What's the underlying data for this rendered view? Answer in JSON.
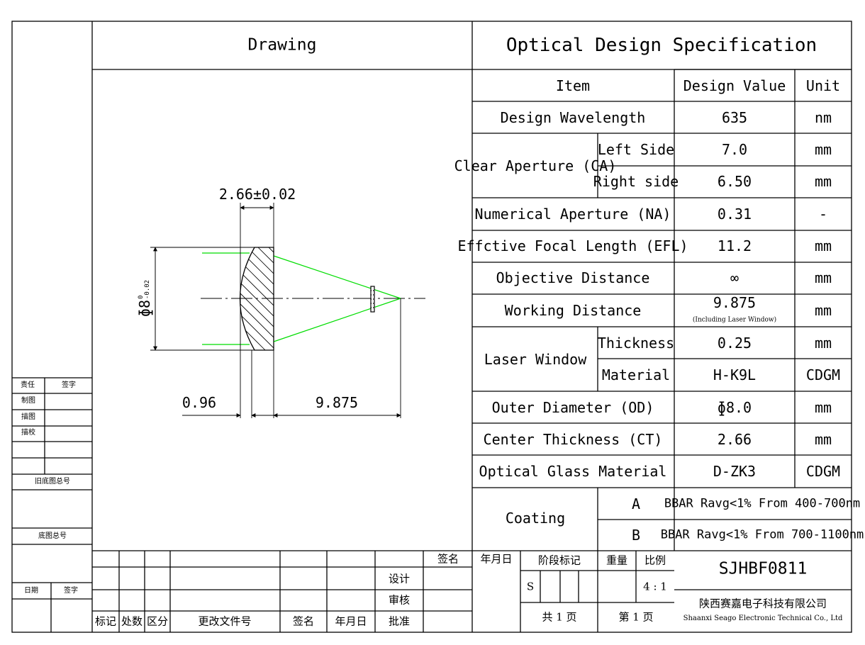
{
  "header": {
    "drawing": "Drawing",
    "spec": "Optical Design Specification"
  },
  "spec_table": {
    "col_item": "Item",
    "col_value": "Design Value",
    "col_unit": "Unit",
    "design_wavelength": {
      "label": "Design Wavelength",
      "value": "635",
      "unit": "nm"
    },
    "clear_aperture": {
      "label": "Clear Aperture (CA)",
      "left": {
        "label": "Left Side",
        "value": "7.0",
        "unit": "mm"
      },
      "right": {
        "label": "Right side",
        "value": "6.50",
        "unit": "mm"
      }
    },
    "numerical_aperture": {
      "label": "Numerical Aperture (NA)",
      "value": "0.31",
      "unit": "-"
    },
    "efl": {
      "label": "Effctive Focal Length (EFL)",
      "value": "11.2",
      "unit": "mm"
    },
    "objective_distance": {
      "label": "Objective Distance",
      "value": "∞",
      "unit": "mm"
    },
    "working_distance": {
      "label": "Working Distance",
      "value": "9.875",
      "note": "(Including Laser Window)",
      "unit": "mm"
    },
    "laser_window": {
      "label": "Laser Window",
      "thickness": {
        "label": "Thickness",
        "value": "0.25",
        "unit": "mm"
      },
      "material": {
        "label": "Material",
        "value": "H-K9L",
        "unit": "CDGM"
      }
    },
    "outer_diameter": {
      "label": "Outer Diameter (OD)",
      "value": "ɸ8.0",
      "unit": "mm"
    },
    "center_thickness": {
      "label": "Center Thickness (CT)",
      "value": "2.66",
      "unit": "mm"
    },
    "glass_material": {
      "label": "Optical Glass Material",
      "value": "D-ZK3",
      "unit": "CDGM"
    },
    "coating": {
      "label": "Coating",
      "a": {
        "label": "A",
        "value": "BBAR Ravg<1% From 400-700nm"
      },
      "b": {
        "label": "B",
        "value": "BBAR Ravg<1% From 700-1100nm"
      }
    }
  },
  "drawing": {
    "thickness_dim": "2.66±0.02",
    "diameter_dim": "ɸ8",
    "diameter_tol_upper": "0",
    "diameter_tol_lower": "-0.02",
    "edge_dim": "0.96",
    "wd_dim": "9.875",
    "colors": {
      "rays": "#00dd00",
      "lines": "#000000"
    }
  },
  "left_column": {
    "zeren": "责任",
    "qianzi": "签字",
    "zhitu": "制图",
    "miaotu": "描图",
    "miaojiao": "描校",
    "jiu_ditu": "旧底图总号",
    "ditu": "底图总号",
    "riqi": "日期",
    "qianzi2": "签字"
  },
  "title_block": {
    "biaoji": "标记",
    "chushu": "处数",
    "qufen": "区分",
    "genggai": "更改文件号",
    "qianming": "签名",
    "nianyueri": "年月日",
    "sheji": "设计",
    "shenhe": "审核",
    "pizhun": "批准",
    "qianming2": "签名",
    "nianyueri2": "年月日",
    "jieduan": "阶段标记",
    "zhongliang": "重量",
    "bili": "比例",
    "stage_s": "S",
    "scale": "4 : 1",
    "total_pages": "共 1 页",
    "page_no": "第 1 页",
    "part_no": "SJHBF0811",
    "company_cn": "陕西赛嘉电子科技有限公司",
    "company_en": "Shaanxi Seago Electronic Technical Co., Ltd"
  }
}
